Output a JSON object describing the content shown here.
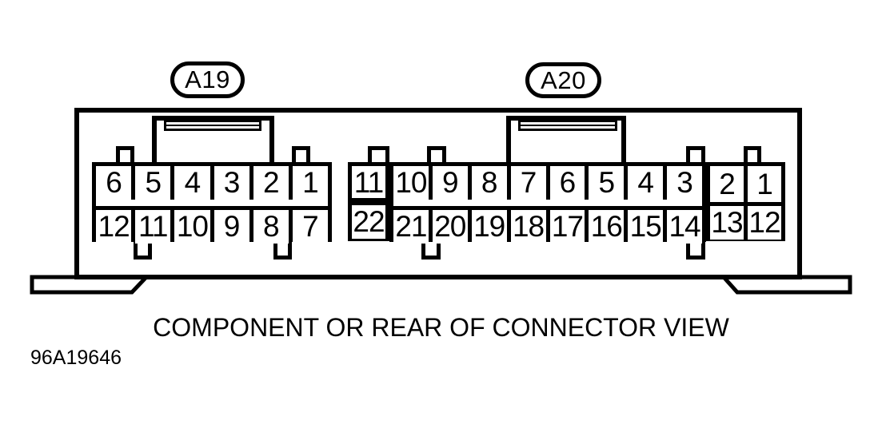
{
  "figure": {
    "caption": "COMPONENT OR REAR OF CONNECTOR VIEW",
    "figure_number": "96A19646"
  },
  "connectors": [
    {
      "label": "A19",
      "blocks": [
        {
          "top": [
            "6",
            "5",
            "4",
            "3",
            "2",
            "1"
          ],
          "bottom": [
            "12",
            "11",
            "10",
            "9",
            "8",
            "7"
          ],
          "separator": "gap"
        }
      ]
    },
    {
      "label": "A20",
      "blocks": [
        {
          "top": [
            "11"
          ],
          "bottom": [
            "22"
          ],
          "separator": "thick"
        },
        {
          "top": [
            "10",
            "9",
            "8",
            "7",
            "6",
            "5",
            "4",
            "3"
          ],
          "bottom": [
            "21",
            "20",
            "19",
            "18",
            "17",
            "16",
            "15",
            "14"
          ],
          "separator": "gap"
        },
        {
          "top": [
            "2",
            "1"
          ],
          "bottom": [
            "13",
            "12"
          ],
          "separator": "line"
        }
      ]
    }
  ],
  "colors": {
    "line": "#000000",
    "background": "#ffffff"
  }
}
